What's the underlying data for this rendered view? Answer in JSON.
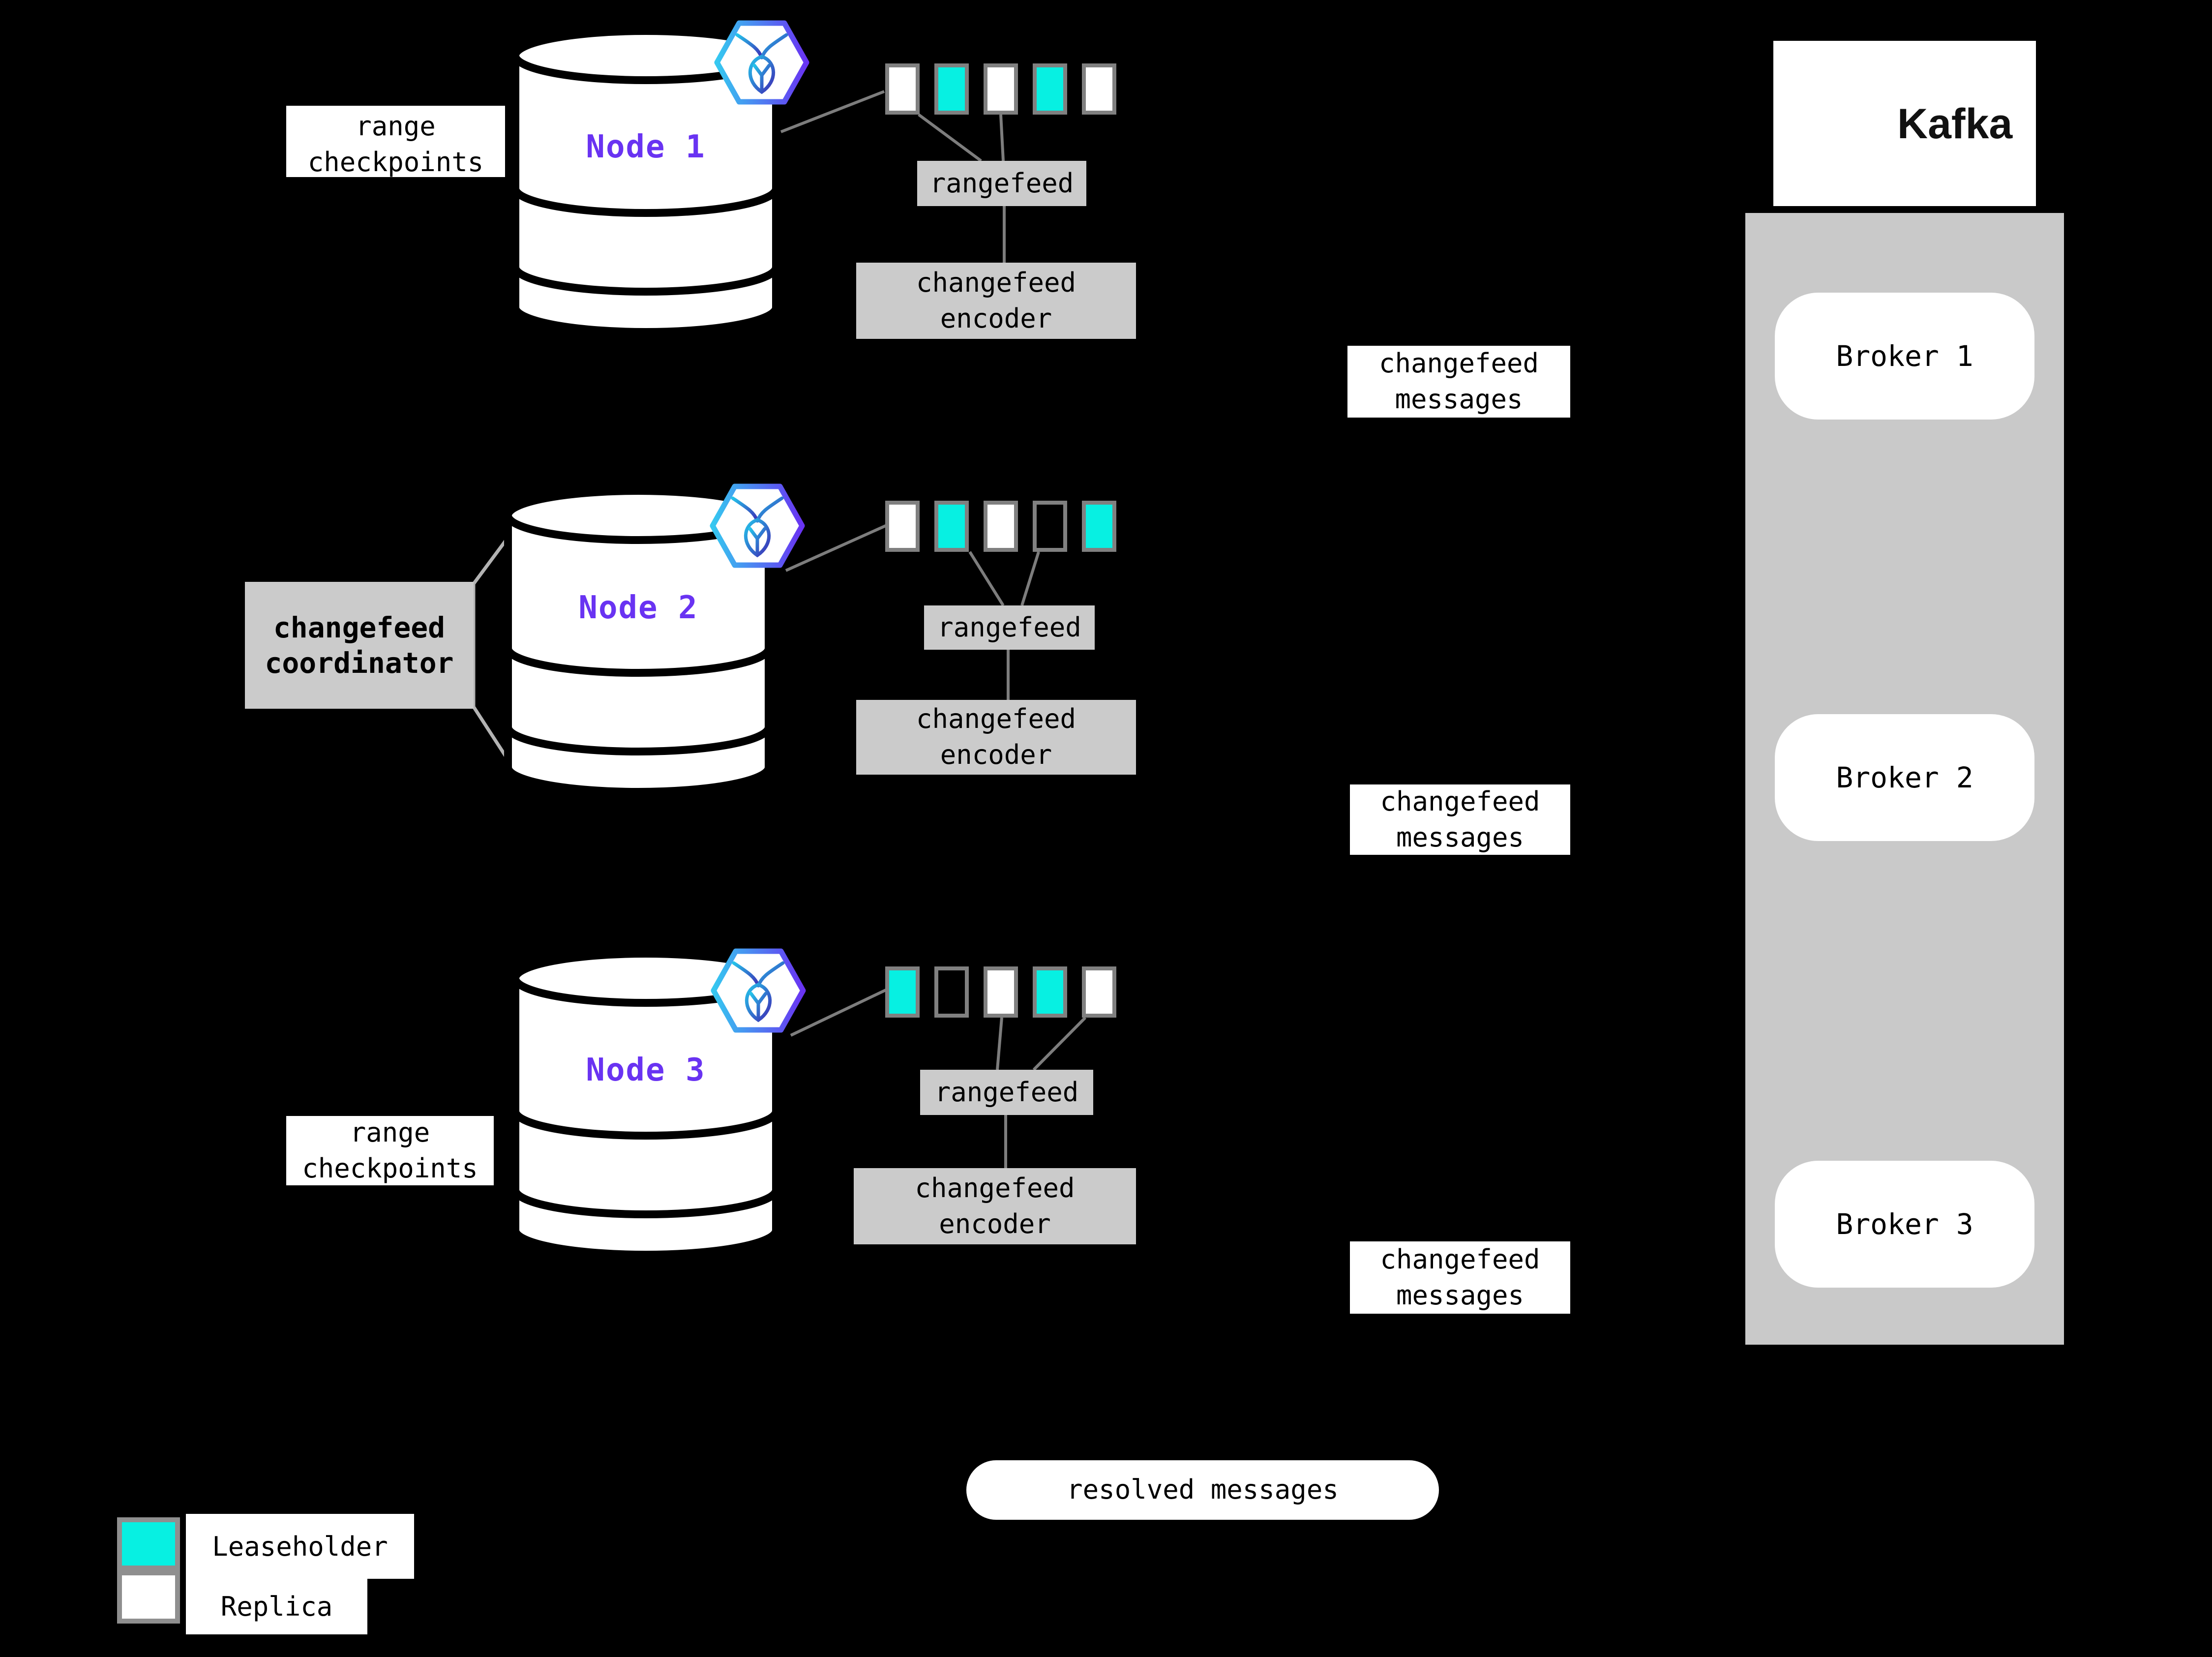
{
  "colors": {
    "teal": "#07F0E2",
    "purple": "#6933F2",
    "box_gray": "#CBCBCB",
    "container_gray": "#C9C9C9",
    "line_gray": "#7D7D7D",
    "border_gray": "#808080"
  },
  "nodes": [
    {
      "label": "Node 1",
      "checkpoint_label": "range\ncheckpoints",
      "ranges": [
        "replica",
        "leaseholder",
        "replica",
        "leaseholder",
        "replica"
      ],
      "rangefeed_label": "rangefeed",
      "encoder_label": "changefeed\nencoder",
      "messages_label": "changefeed\nmessages"
    },
    {
      "label": "Node 2",
      "coordinator_label": "changefeed\ncoordinator",
      "ranges": [
        "replica",
        "leaseholder",
        "replica",
        "empty",
        "leaseholder"
      ],
      "rangefeed_label": "rangefeed",
      "encoder_label": "changefeed\nencoder",
      "messages_label": "changefeed\nmessages"
    },
    {
      "label": "Node 3",
      "checkpoint_label": "range\ncheckpoints",
      "ranges": [
        "leaseholder",
        "empty",
        "replica",
        "leaseholder",
        "replica"
      ],
      "rangefeed_label": "rangefeed",
      "encoder_label": "changefeed\nencoder",
      "messages_label": "changefeed\nmessages"
    }
  ],
  "kafka": {
    "brand": "Kafka",
    "brokers": [
      {
        "label": "Broker 1"
      },
      {
        "label": "Broker 2"
      },
      {
        "label": "Broker 3"
      }
    ]
  },
  "resolved_label": "resolved messages",
  "legend": {
    "items": [
      {
        "type": "leaseholder",
        "label": "Leaseholder"
      },
      {
        "type": "replica",
        "label": "Replica"
      }
    ]
  }
}
